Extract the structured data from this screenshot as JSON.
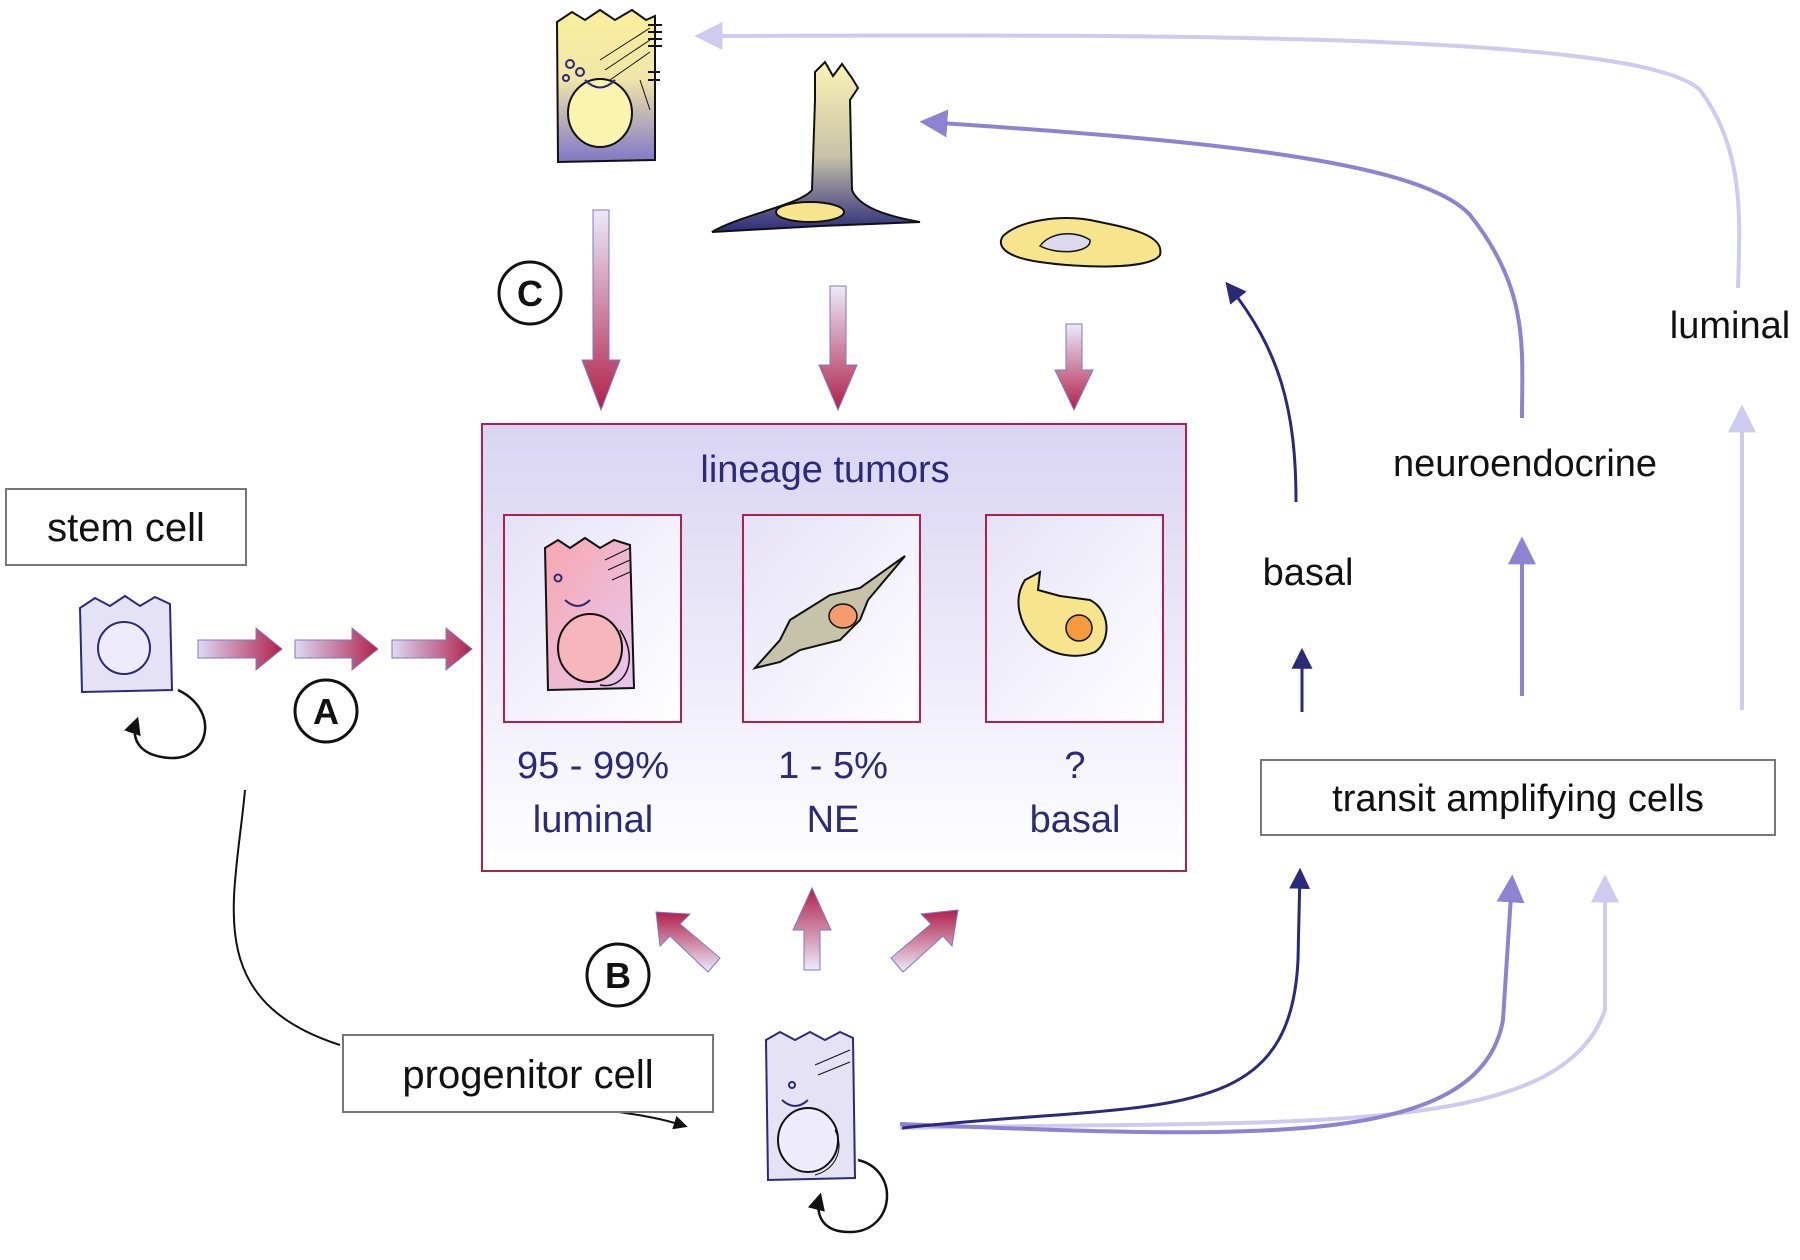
{
  "labels": {
    "stem_cell": "stem cell",
    "progenitor_cell": "progenitor cell",
    "transit_amplifying": "transit amplifying cells",
    "basal": "basal",
    "neuroendocrine": "neuroendocrine",
    "luminal": "luminal"
  },
  "markers": {
    "a": "A",
    "b": "B",
    "c": "C"
  },
  "tumor_box": {
    "title": "lineage tumors",
    "panels": [
      {
        "pct": "95 - 99%",
        "type": "luminal"
      },
      {
        "pct": "1 - 5%",
        "type": "NE"
      },
      {
        "pct": "?",
        "type": "basal"
      }
    ]
  },
  "colors": {
    "navy": "#2a2a7a",
    "maroon": "#b0204a",
    "lavender": "#8c84d2",
    "pale_lavender": "#cfcaf0",
    "cell_fill": "#e6e2f6",
    "yellow": "#f6e58c",
    "pink": "#f4a8b6"
  }
}
